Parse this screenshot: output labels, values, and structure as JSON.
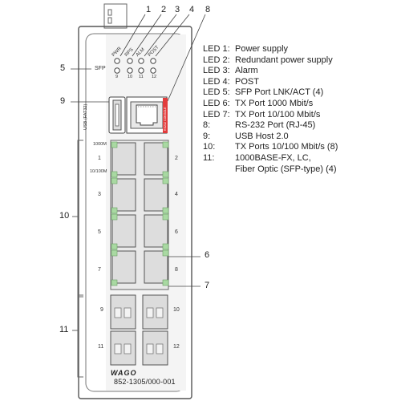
{
  "legend": [
    {
      "key": "LED 1:",
      "text": "Power supply"
    },
    {
      "key": "LED 2:",
      "text": "Redundant power supply"
    },
    {
      "key": "LED 3:",
      "text": "Alarm"
    },
    {
      "key": "LED 4:",
      "text": "POST"
    },
    {
      "key": "LED 5:",
      "text": "SFP Port LNK/ACT (4)"
    },
    {
      "key": "LED 6:",
      "text": "TX Port 1000 Mbit/s"
    },
    {
      "key": "LED 7:",
      "text": "TX Port 10/100 Mbit/s"
    },
    {
      "key": "8:",
      "text": "RS-232 Port (RJ-45)"
    },
    {
      "key": "9:",
      "text": "USB Host 2.0"
    },
    {
      "key": "10:",
      "text": "TX Ports 10/100 Mbit/s (8)"
    },
    {
      "key": "11:",
      "text": "1000BASE-FX, LC,"
    },
    {
      "key": "",
      "text": "Fiber Optic (SFP-type) (4)"
    }
  ],
  "callouts": {
    "c1": "1",
    "c2": "2",
    "c3": "3",
    "c4": "4",
    "c8": "8",
    "c5": "5",
    "c9": "9",
    "c10": "10",
    "c6": "6",
    "c7": "7",
    "c11": "11"
  },
  "device": {
    "led_labels": [
      "PWR",
      "RPS",
      "ALM",
      "POST"
    ],
    "sfp_label": "SFP",
    "sfp_led_numbers": [
      "9",
      "10",
      "11",
      "12"
    ],
    "usb_label": "USB (FAT32)",
    "console_label": "RS232 CONSOLE",
    "speed_1000": "1000M",
    "speed_10_100": "10/100M",
    "port_numbers": [
      "1",
      "2",
      "3",
      "4",
      "5",
      "6",
      "7",
      "8"
    ],
    "sfp_port_numbers": [
      "9",
      "10",
      "11",
      "12"
    ],
    "brand": "WAGO",
    "model": "852-1305/000-001"
  },
  "colors": {
    "led_green": "#a9d9a2",
    "console_red": "#e23b3b",
    "housing": "#777777"
  }
}
